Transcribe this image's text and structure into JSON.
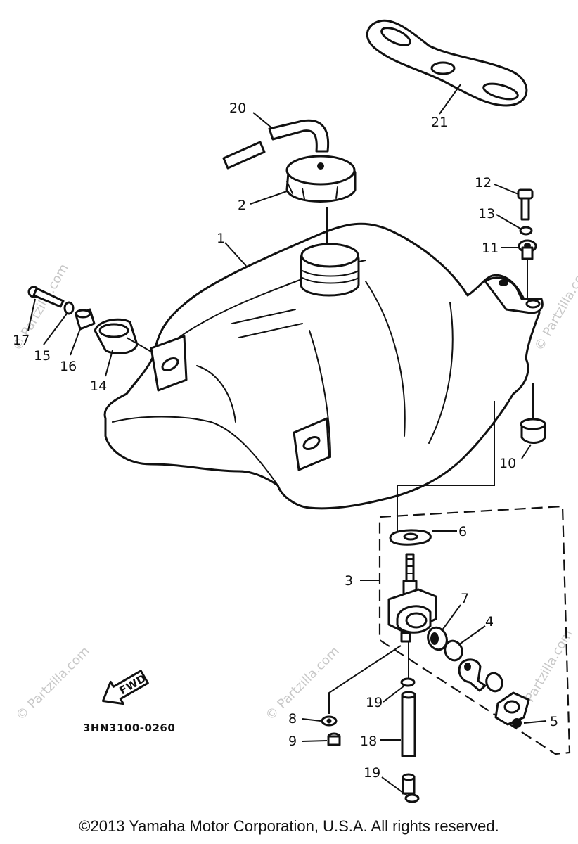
{
  "diagram_code": "3HN3100-0260",
  "direction_label": "FWD",
  "watermark": "© Partzilla.com",
  "copyright": "©2013 Yamaha Motor Corporation, U.S.A. All rights reserved.",
  "part_numbers": {
    "p1": "1",
    "p2": "2",
    "p3": "3",
    "p4": "4",
    "p5": "5",
    "p6": "6",
    "p7": "7",
    "p8": "8",
    "p9": "9",
    "p10": "10",
    "p11": "11",
    "p12": "12",
    "p13": "13",
    "p14": "14",
    "p15": "15",
    "p16": "16",
    "p17": "17",
    "p18": "18",
    "p19a": "19",
    "p19b": "19",
    "p20": "20",
    "p21": "21"
  }
}
